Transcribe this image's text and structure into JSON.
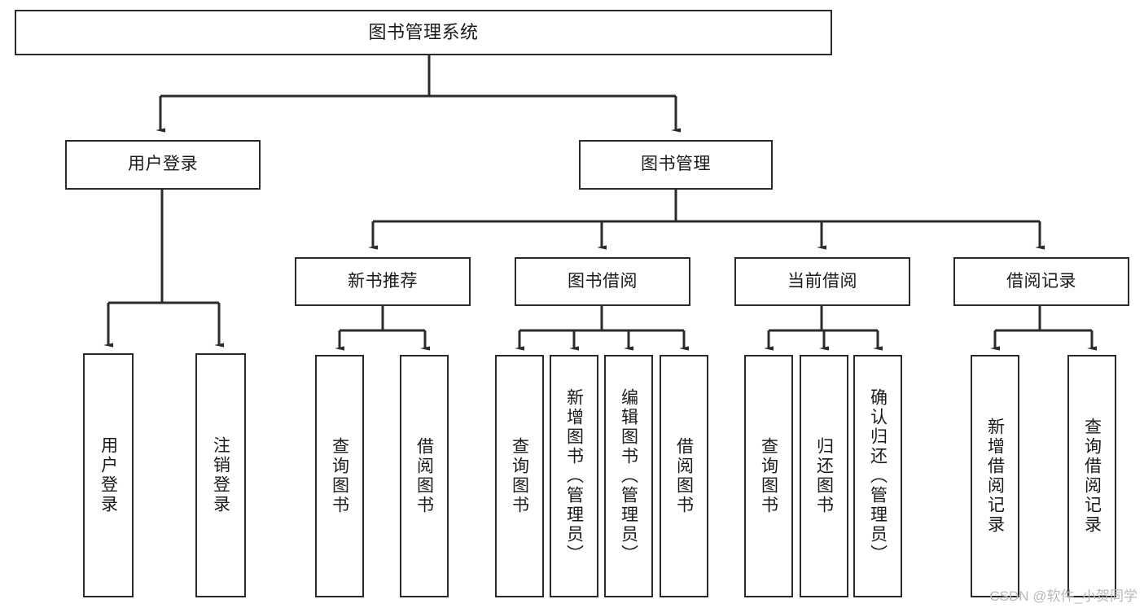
{
  "diagram": {
    "title": "图书管理系统",
    "type": "tree-structure-chart",
    "orientation": "top-down",
    "colors": {
      "box_border": "#2b2b2b",
      "box_fill": "#ffffff",
      "edge": "#2b2b2b",
      "text": "#1a1a1a",
      "watermark": "#b9b9b9",
      "background": "#ffffff"
    },
    "watermark": "CSDN @软件_小贺同学",
    "nodes": {
      "root": {
        "label": "图书管理系统"
      },
      "level2": [
        {
          "id": "user-login",
          "label": "用户登录"
        },
        {
          "id": "book-manage",
          "label": "图书管理"
        }
      ],
      "level3": [
        {
          "id": "new-book-recommend",
          "label": "新书推荐"
        },
        {
          "id": "book-borrow",
          "label": "图书借阅"
        },
        {
          "id": "current-borrow",
          "label": "当前借阅"
        },
        {
          "id": "borrow-record",
          "label": "借阅记录"
        }
      ],
      "leaves": {
        "user_login": [
          {
            "id": "leaf-user-login",
            "label": "用户登录"
          },
          {
            "id": "leaf-logout-login",
            "label": "注销登录"
          }
        ],
        "new_book_recommend": [
          {
            "id": "leaf-query-book-1",
            "label": "查询图书"
          },
          {
            "id": "leaf-borrow-book-1",
            "label": "借阅图书"
          }
        ],
        "book_borrow": [
          {
            "id": "leaf-query-book-2",
            "label": "查询图书"
          },
          {
            "id": "leaf-add-book",
            "label": "新增图书（管理员）"
          },
          {
            "id": "leaf-edit-book",
            "label": "编辑图书（管理员）"
          },
          {
            "id": "leaf-borrow-book-2",
            "label": "借阅图书"
          }
        ],
        "current_borrow": [
          {
            "id": "leaf-query-book-3",
            "label": "查询图书"
          },
          {
            "id": "leaf-return-book",
            "label": "归还图书"
          },
          {
            "id": "leaf-confirm-return",
            "label": "确认归还（管理员）"
          }
        ],
        "borrow_record": [
          {
            "id": "leaf-add-record",
            "label": "新增借阅记录"
          },
          {
            "id": "leaf-query-record",
            "label": "查询借阅记录"
          }
        ]
      }
    },
    "edges": [
      {
        "from": "图书管理系统",
        "to": "用户登录"
      },
      {
        "from": "图书管理系统",
        "to": "图书管理"
      },
      {
        "from": "图书管理",
        "to": "新书推荐"
      },
      {
        "from": "图书管理",
        "to": "图书借阅"
      },
      {
        "from": "图书管理",
        "to": "当前借阅"
      },
      {
        "from": "图书管理",
        "to": "借阅记录"
      },
      {
        "from": "用户登录",
        "to": "用户登录"
      },
      {
        "from": "用户登录",
        "to": "注销登录"
      },
      {
        "from": "新书推荐",
        "to": "查询图书"
      },
      {
        "from": "新书推荐",
        "to": "借阅图书"
      },
      {
        "from": "图书借阅",
        "to": "查询图书"
      },
      {
        "from": "图书借阅",
        "to": "新增图书（管理员）"
      },
      {
        "from": "图书借阅",
        "to": "编辑图书（管理员）"
      },
      {
        "from": "图书借阅",
        "to": "借阅图书"
      },
      {
        "from": "当前借阅",
        "to": "查询图书"
      },
      {
        "from": "当前借阅",
        "to": "归还图书"
      },
      {
        "from": "当前借阅",
        "to": "确认归还（管理员）"
      },
      {
        "from": "借阅记录",
        "to": "新增借阅记录"
      },
      {
        "from": "借阅记录",
        "to": "查询借阅记录"
      }
    ]
  }
}
